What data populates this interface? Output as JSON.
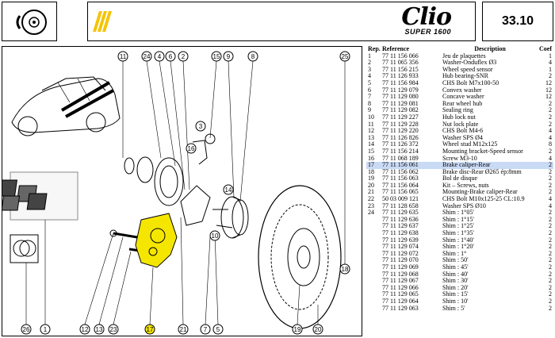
{
  "header": {
    "logo_text": "Clio",
    "logo_subtitle": "SUPER 1600",
    "page_number": "33.10",
    "colors": {
      "accent": "#f5c400"
    }
  },
  "table": {
    "headers": {
      "rep": "Rep.",
      "ref": "Reference",
      "desc": "Description",
      "coef": "Coef"
    },
    "rows": [
      {
        "rep": "1",
        "ref": "77 11 156 066",
        "desc": "Jeu de plaquettes",
        "coef": "1"
      },
      {
        "rep": "2",
        "ref": "77 11 065 356",
        "desc": "Washer-Onduflex Ø3",
        "coef": "4"
      },
      {
        "rep": "3",
        "ref": "77 11 156 215",
        "desc": "Wheel speed sensor",
        "coef": "1"
      },
      {
        "rep": "4",
        "ref": "77 11 126 933",
        "desc": "Hub bearing-SNR",
        "coef": "2"
      },
      {
        "rep": "5",
        "ref": "77 11 156 984",
        "desc": "CHS Bolt M7x100-50",
        "coef": "12"
      },
      {
        "rep": "6",
        "ref": "77 11 129 079",
        "desc": "Convex washer",
        "coef": "12"
      },
      {
        "rep": "7",
        "ref": "77 11 129 080",
        "desc": "Concave washer",
        "coef": "12"
      },
      {
        "rep": "8",
        "ref": "77 11 129 081",
        "desc": "Rear wheel hub",
        "coef": "2"
      },
      {
        "rep": "9",
        "ref": "77 11 129 082",
        "desc": "Sealing ring",
        "coef": "2"
      },
      {
        "rep": "10",
        "ref": "77 11 129 227",
        "desc": "Hub lock nut",
        "coef": "2"
      },
      {
        "rep": "11",
        "ref": "77 11 129 228",
        "desc": "Nut lock plate",
        "coef": "2"
      },
      {
        "rep": "12",
        "ref": "77 11 129 220",
        "desc": "CHS Bolt M4-6",
        "coef": "4"
      },
      {
        "rep": "13",
        "ref": "77 11 126 826",
        "desc": "Washer SPS Ø4",
        "coef": "4"
      },
      {
        "rep": "14",
        "ref": "77 11 126 372",
        "desc": "Wheel stud M12x125",
        "coef": "8"
      },
      {
        "rep": "15",
        "ref": "77 11 156 214",
        "desc": "Mounting bracket-Speed sensor",
        "coef": "2"
      },
      {
        "rep": "16",
        "ref": "77 11 068 189",
        "desc": "Screw M3-10",
        "coef": "4"
      },
      {
        "rep": "17",
        "ref": "77 11 156 061",
        "desc": "Brake caliper-Rear",
        "coef": "2",
        "highlight": true
      },
      {
        "rep": "18",
        "ref": "77 11 156 062",
        "desc": "Brake disc-Rear Ø265 ép:8mm",
        "coef": "2"
      },
      {
        "rep": "19",
        "ref": "77 11 156 063",
        "desc": "Bol de disque",
        "coef": "2"
      },
      {
        "rep": "20",
        "ref": "77 11 156 064",
        "desc": "Kit – Screws, nuts",
        "coef": "2"
      },
      {
        "rep": "21",
        "ref": "77 11 156 065",
        "desc": "Mounting-Brake caliper-Rear",
        "coef": "2"
      },
      {
        "rep": "22",
        "ref": "50 03 009 121",
        "desc": "CHS Bolt M10x125-25 CL:10.9",
        "coef": "4"
      },
      {
        "rep": "23",
        "ref": "77 11 128 658",
        "desc": "Washer SPS Ø10",
        "coef": "4"
      },
      {
        "rep": "24",
        "ref": "77 11 129 635",
        "desc": "Shim : 1°05'",
        "coef": "2"
      },
      {
        "rep": "",
        "ref": "77 11 129 636",
        "desc": "Shim : 1°15'",
        "coef": "2"
      },
      {
        "rep": "",
        "ref": "77 11 129 637",
        "desc": "Shim : 1°25'",
        "coef": "2"
      },
      {
        "rep": "",
        "ref": "77 11 129 638",
        "desc": "Shim : 1°35'",
        "coef": "2"
      },
      {
        "rep": "",
        "ref": "77 11 129 639",
        "desc": "Shim : 1°40'",
        "coef": "2"
      },
      {
        "rep": "",
        "ref": "77 11 129 074",
        "desc": "Shim : 1°20'",
        "coef": "2"
      },
      {
        "rep": "",
        "ref": "77 11 129 072",
        "desc": "Shim : 1°",
        "coef": "2"
      },
      {
        "rep": "",
        "ref": "77 11 129 070",
        "desc": "Shim : 50'",
        "coef": "2"
      },
      {
        "rep": "",
        "ref": "77 11 129 069",
        "desc": "Shim : 45'",
        "coef": "2"
      },
      {
        "rep": "",
        "ref": "77 11 129 068",
        "desc": "Shim : 40'",
        "coef": "2"
      },
      {
        "rep": "",
        "ref": "77 11 129 067",
        "desc": "Shim : 30'",
        "coef": "2"
      },
      {
        "rep": "",
        "ref": "77 11 129 066",
        "desc": "Shim : 20'",
        "coef": "2"
      },
      {
        "rep": "",
        "ref": "77 11 129 065",
        "desc": "Shim : 15'",
        "coef": "2"
      },
      {
        "rep": "",
        "ref": "77 11 129 064",
        "desc": "Shim : 10'",
        "coef": "2"
      },
      {
        "rep": "",
        "ref": "77 11 129 063",
        "desc": "Shim : 5'",
        "coef": "2"
      }
    ]
  },
  "diagram": {
    "callouts_top": [
      "11",
      "24",
      "4",
      "6",
      "2",
      "15",
      "9",
      "8",
      "25"
    ],
    "callouts_bottom": [
      "26",
      "1",
      "12",
      "13",
      "23",
      "17",
      "21",
      "7",
      "5",
      "19",
      "20"
    ],
    "callout_3": "3",
    "callout_18": "18",
    "callout_16": "16",
    "callout_14": "14",
    "callout_10": "10",
    "colors": {
      "caliper": "#f5e600"
    }
  }
}
